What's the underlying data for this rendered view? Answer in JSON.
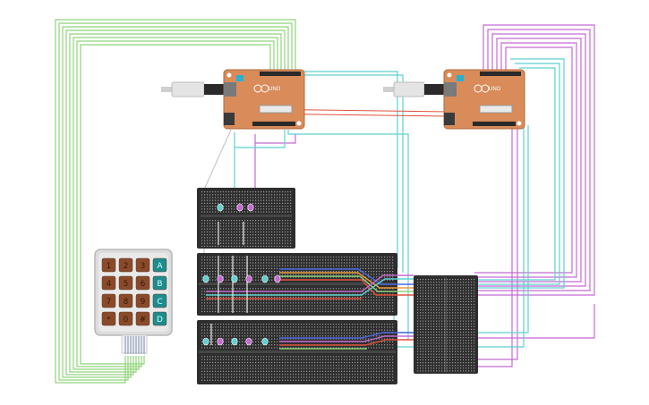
{
  "keypad": {
    "keys": [
      {
        "label": "1",
        "kind": "num"
      },
      {
        "label": "2",
        "kind": "num"
      },
      {
        "label": "3",
        "kind": "num"
      },
      {
        "label": "A",
        "kind": "letter"
      },
      {
        "label": "4",
        "kind": "num"
      },
      {
        "label": "5",
        "kind": "num"
      },
      {
        "label": "6",
        "kind": "num"
      },
      {
        "label": "B",
        "kind": "letter"
      },
      {
        "label": "7",
        "kind": "num"
      },
      {
        "label": "8",
        "kind": "num"
      },
      {
        "label": "9",
        "kind": "num"
      },
      {
        "label": "C",
        "kind": "letter"
      },
      {
        "label": "*",
        "kind": "num"
      },
      {
        "label": "0",
        "kind": "num"
      },
      {
        "label": "#",
        "kind": "num"
      },
      {
        "label": "D",
        "kind": "letter"
      }
    ]
  },
  "arduinos": [
    {
      "id": "arduino-left",
      "model_label": "UNO"
    },
    {
      "id": "arduino-right",
      "model_label": "UNO"
    }
  ],
  "colors": {
    "wire_green": "#8fd47a",
    "wire_cyan": "#5fd0d0",
    "wire_purple": "#c46ad2",
    "wire_red": "#e0503a",
    "wire_blue": "#4a66e0",
    "wire_orange": "#e89a3a",
    "board_orange": "#d98b5a",
    "breadboard_dark": "#2e2e2e",
    "key_brown": "#8a4a2a",
    "key_teal": "#1e8c8c"
  }
}
